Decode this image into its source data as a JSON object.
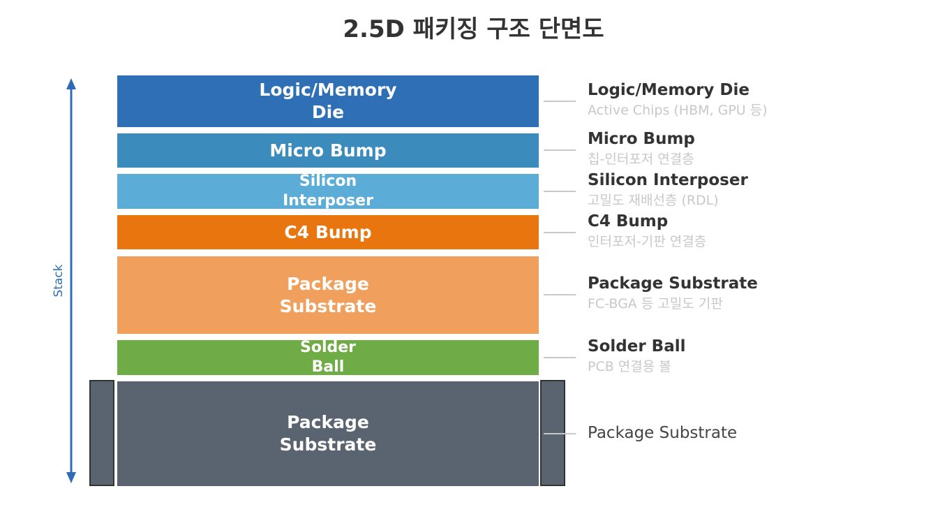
{
  "title": "2.5D 패키징 구조 단면도",
  "axis_label": "Stack",
  "colors": {
    "axis": "#2e6db4",
    "label_gray": "#c8c8c8",
    "text_dark": "#333333"
  },
  "layers": [
    {
      "label_line1": "Logic/Memory",
      "label_line2": "Die",
      "color": "#2f6fb6",
      "name": "Logic/Memory Die",
      "sub": "Active Chips (HBM, GPU 등)"
    },
    {
      "label_line1": "Micro Bump",
      "label_line2": "",
      "color": "#3b8bbd",
      "name": "Micro Bump",
      "sub": "칩-인터포저 연결층"
    },
    {
      "label_line1": "Silicon",
      "label_line2": "Interposer",
      "color": "#5badd8",
      "name": "Silicon Interposer",
      "sub": "고밀도 재배선층 (RDL)"
    },
    {
      "label_line1": "C4 Bump",
      "label_line2": "",
      "color": "#e8750e",
      "name": "C4 Bump",
      "sub": "인터포저-기판 연결층"
    },
    {
      "label_line1": "Package",
      "label_line2": "Substrate",
      "color": "#f0a05c",
      "name": "Package Substrate",
      "sub": "FC-BGA 등 고밀도 기판"
    },
    {
      "label_line1": "Solder",
      "label_line2": "Ball",
      "color": "#70ac46",
      "name": "Solder Ball",
      "sub": "PCB 연결용 볼"
    },
    {
      "label_line1": "Package",
      "label_line2": "Substrate",
      "color": "#5a6470",
      "name": "Package Substrate",
      "sub": ""
    }
  ]
}
